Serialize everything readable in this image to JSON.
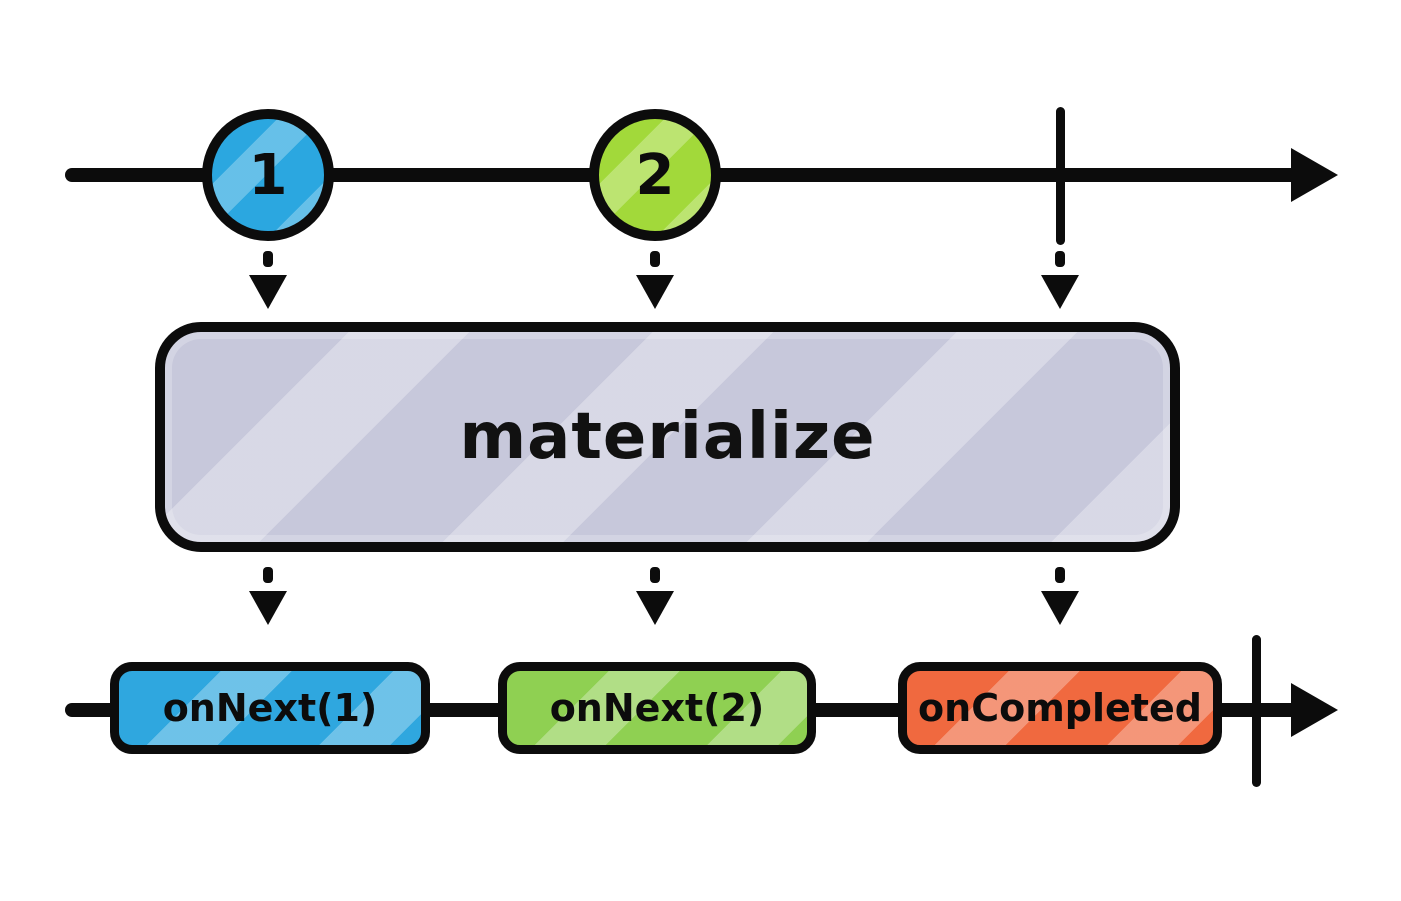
{
  "diagram": {
    "operator": {
      "label": "materialize"
    },
    "source_stream": {
      "marbles": [
        {
          "label": "1",
          "type": "next"
        },
        {
          "label": "2",
          "type": "next"
        }
      ],
      "completed": true
    },
    "output_stream": {
      "events": [
        {
          "label": "onNext(1)"
        },
        {
          "label": "onNext(2)"
        },
        {
          "label": "onCompleted"
        }
      ],
      "completed": true
    },
    "colors": {
      "marble_1": "#2ba7e0",
      "marble_2": "#a2d93a",
      "operator_box": "#c7c8db",
      "event_onnext1": "#2fa7df",
      "event_onnext2": "#8fd052",
      "event_oncompleted": "#f0693f",
      "stroke": "#0c0c0c",
      "background": "#ffffff"
    }
  }
}
